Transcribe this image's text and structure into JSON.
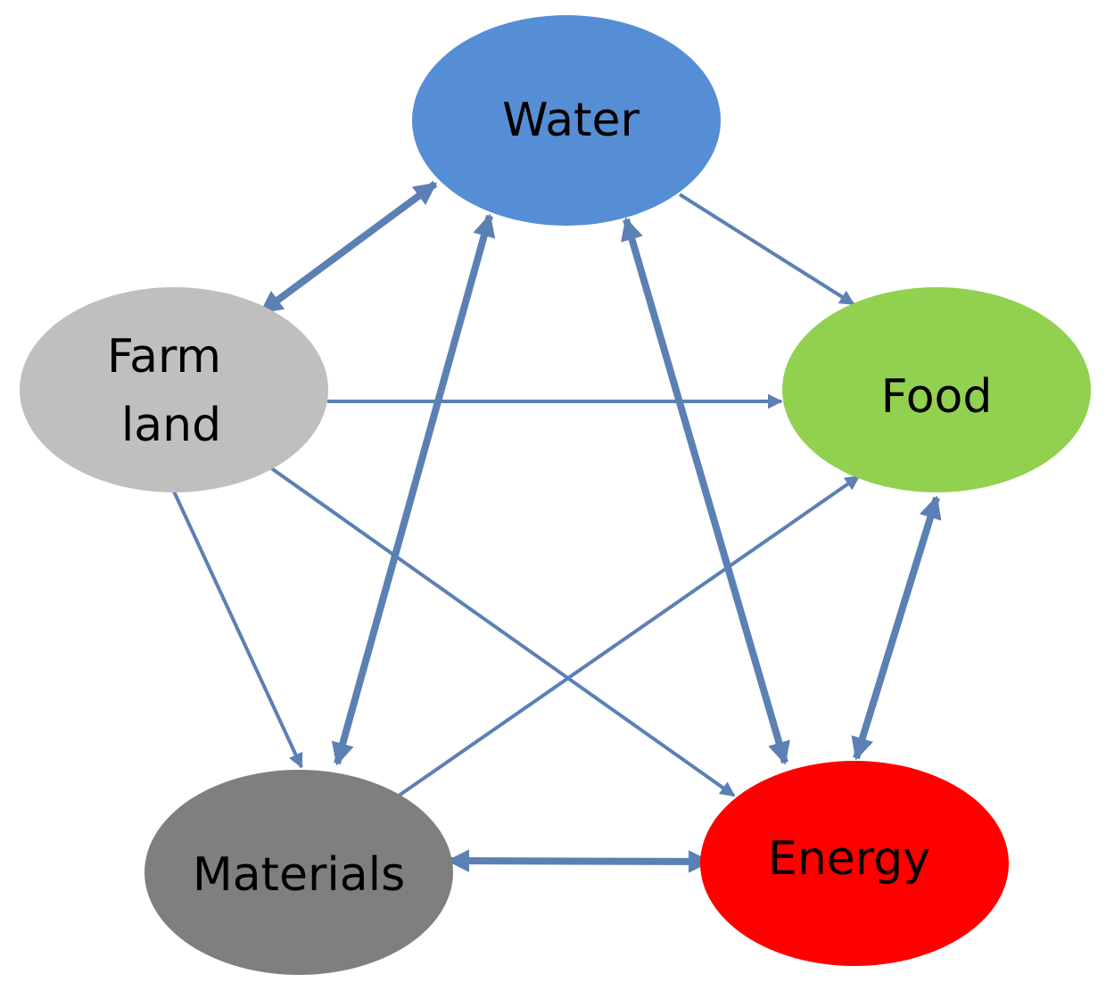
{
  "nodes": {
    "water": {
      "label": "Water",
      "color": "#558ED5"
    },
    "food": {
      "label": "Food",
      "color": "#92D050"
    },
    "farmland": {
      "label_line1": "Farm",
      "label_line2": "land",
      "color": "#BFBFBF"
    },
    "materials": {
      "label": "Materials",
      "color": "#7F7F7F"
    },
    "energy": {
      "label": "Energy",
      "color": "#FF0000"
    }
  },
  "arrow_color": "#5B80B4",
  "links": [
    {
      "from": "Water",
      "to": "Farm land",
      "direction": "both",
      "weight": "thick"
    },
    {
      "from": "Water",
      "to": "Materials",
      "direction": "both",
      "weight": "thick"
    },
    {
      "from": "Water",
      "to": "Energy",
      "direction": "both",
      "weight": "thick"
    },
    {
      "from": "Food",
      "to": "Energy",
      "direction": "both",
      "weight": "thick"
    },
    {
      "from": "Materials",
      "to": "Energy",
      "direction": "both",
      "weight": "thick"
    },
    {
      "from": "Water",
      "to": "Food",
      "direction": "one-way",
      "weight": "thin"
    },
    {
      "from": "Farm land",
      "to": "Food",
      "direction": "one-way",
      "weight": "thin"
    },
    {
      "from": "Farm land",
      "to": "Materials",
      "direction": "one-way",
      "weight": "thin"
    },
    {
      "from": "Farm land",
      "to": "Energy",
      "direction": "one-way",
      "weight": "thin"
    },
    {
      "from": "Materials",
      "to": "Food",
      "direction": "one-way",
      "weight": "thin"
    }
  ]
}
